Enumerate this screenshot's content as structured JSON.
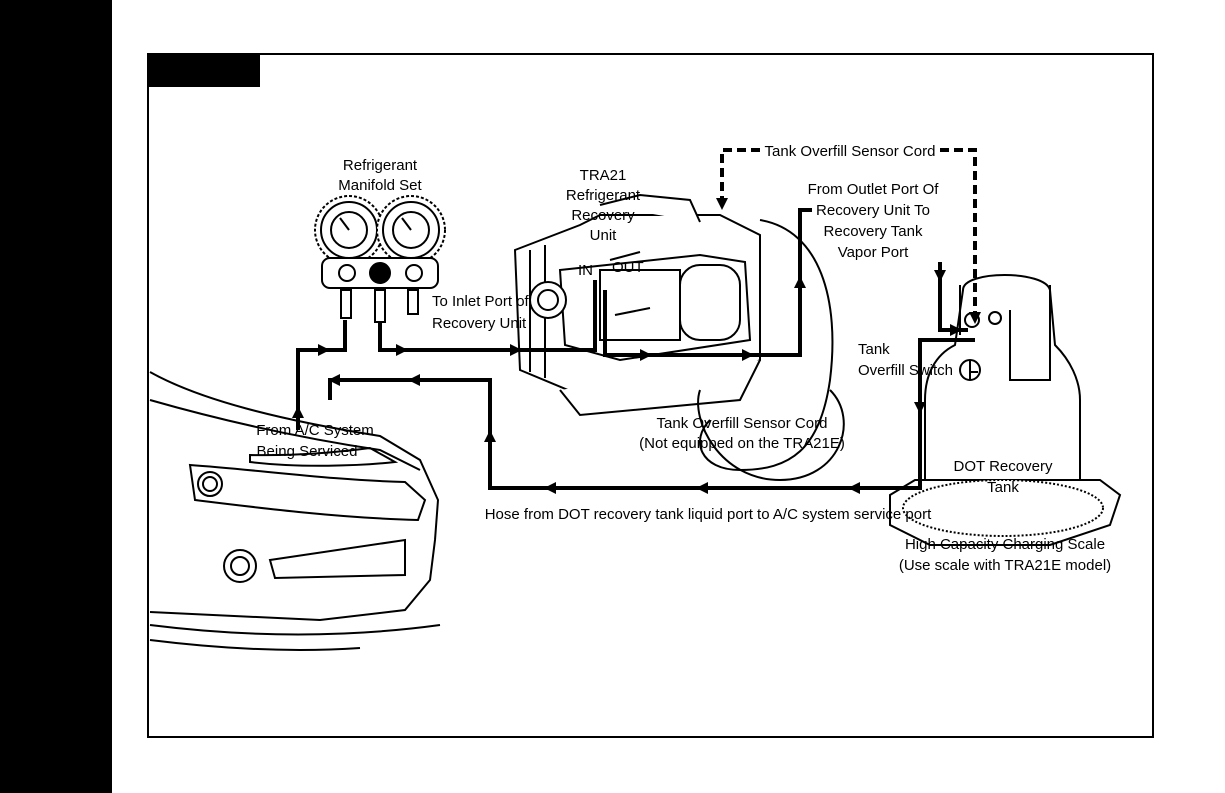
{
  "labels": {
    "manifold_line1": "Refrigerant",
    "manifold_line2": "Manifold Set",
    "unit_line1": "TRA21",
    "unit_line2": "Refrigerant",
    "unit_line3": "Recovery",
    "unit_line4": "Unit",
    "in_port": "IN",
    "out_port": "OUT",
    "inlet_line1": "To Inlet Port of",
    "inlet_line2": "Recovery Unit",
    "sensor_cord_top": "Tank Overfill Sensor Cord",
    "outlet_line1": "From Outlet Port Of",
    "outlet_line2": "Recovery Unit To",
    "outlet_line3": "Recovery Tank",
    "outlet_line4": "Vapor Port",
    "overfill_switch_line1": "Tank",
    "overfill_switch_line2": "Overfill Switch",
    "ac_line1": "From A/C System",
    "ac_line2": "Being Serviced",
    "sensor_cord_bottom_line1": "Tank Overfill Sensor Cord",
    "sensor_cord_bottom_line2": "(Not equipped on the TRA21E)",
    "tank_line1": "DOT Recovery",
    "tank_line2": "Tank",
    "hose_return": "Hose from DOT recovery tank liquid port to A/C system service port",
    "scale_line1": "High Capacity Charging Scale",
    "scale_line2": "(Use scale with TRA21E model)"
  },
  "colors": {
    "line": "#000000",
    "background": "#ffffff"
  }
}
